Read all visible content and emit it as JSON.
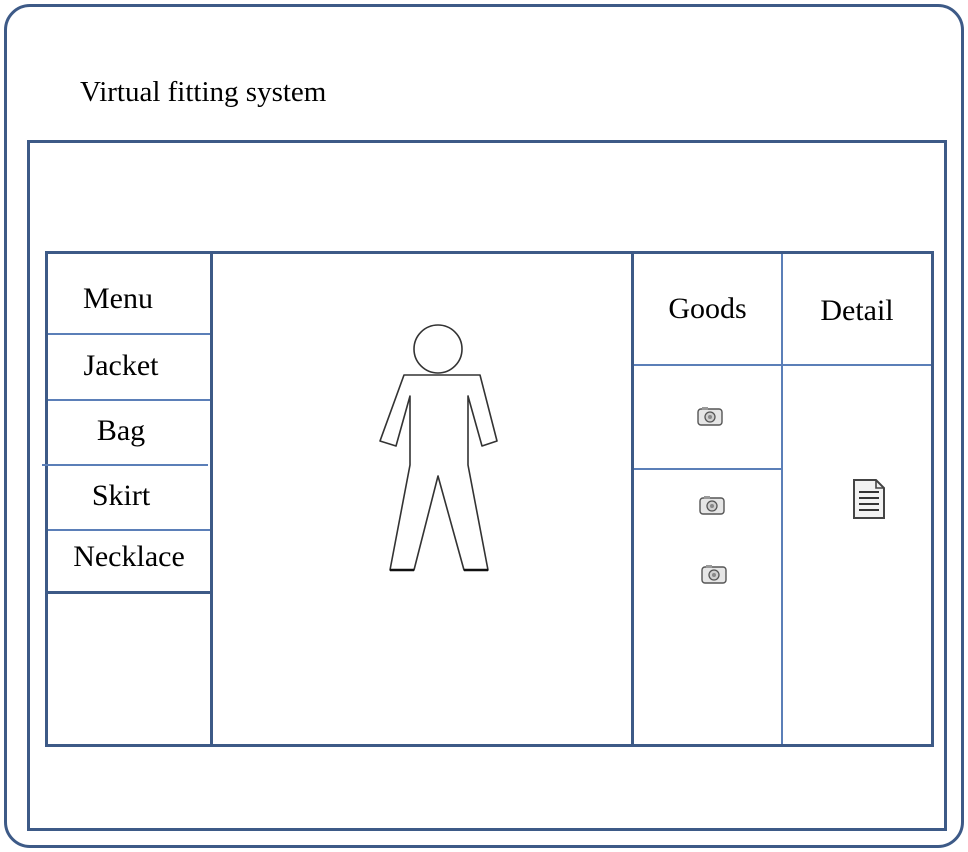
{
  "app": {
    "title": "Virtual fitting system"
  },
  "menu": {
    "header": "Menu",
    "items": [
      "Jacket",
      "Bag",
      "Skirt",
      "Necklace"
    ]
  },
  "goods": {
    "header": "Goods",
    "items": [
      {
        "icon": "camera-icon"
      },
      {
        "icon": "camera-icon"
      },
      {
        "icon": "camera-icon"
      }
    ]
  },
  "detail": {
    "header": "Detail",
    "icon": "document-icon"
  },
  "colors": {
    "frame": "#3d5a87",
    "divider": "#5b7fb8"
  }
}
